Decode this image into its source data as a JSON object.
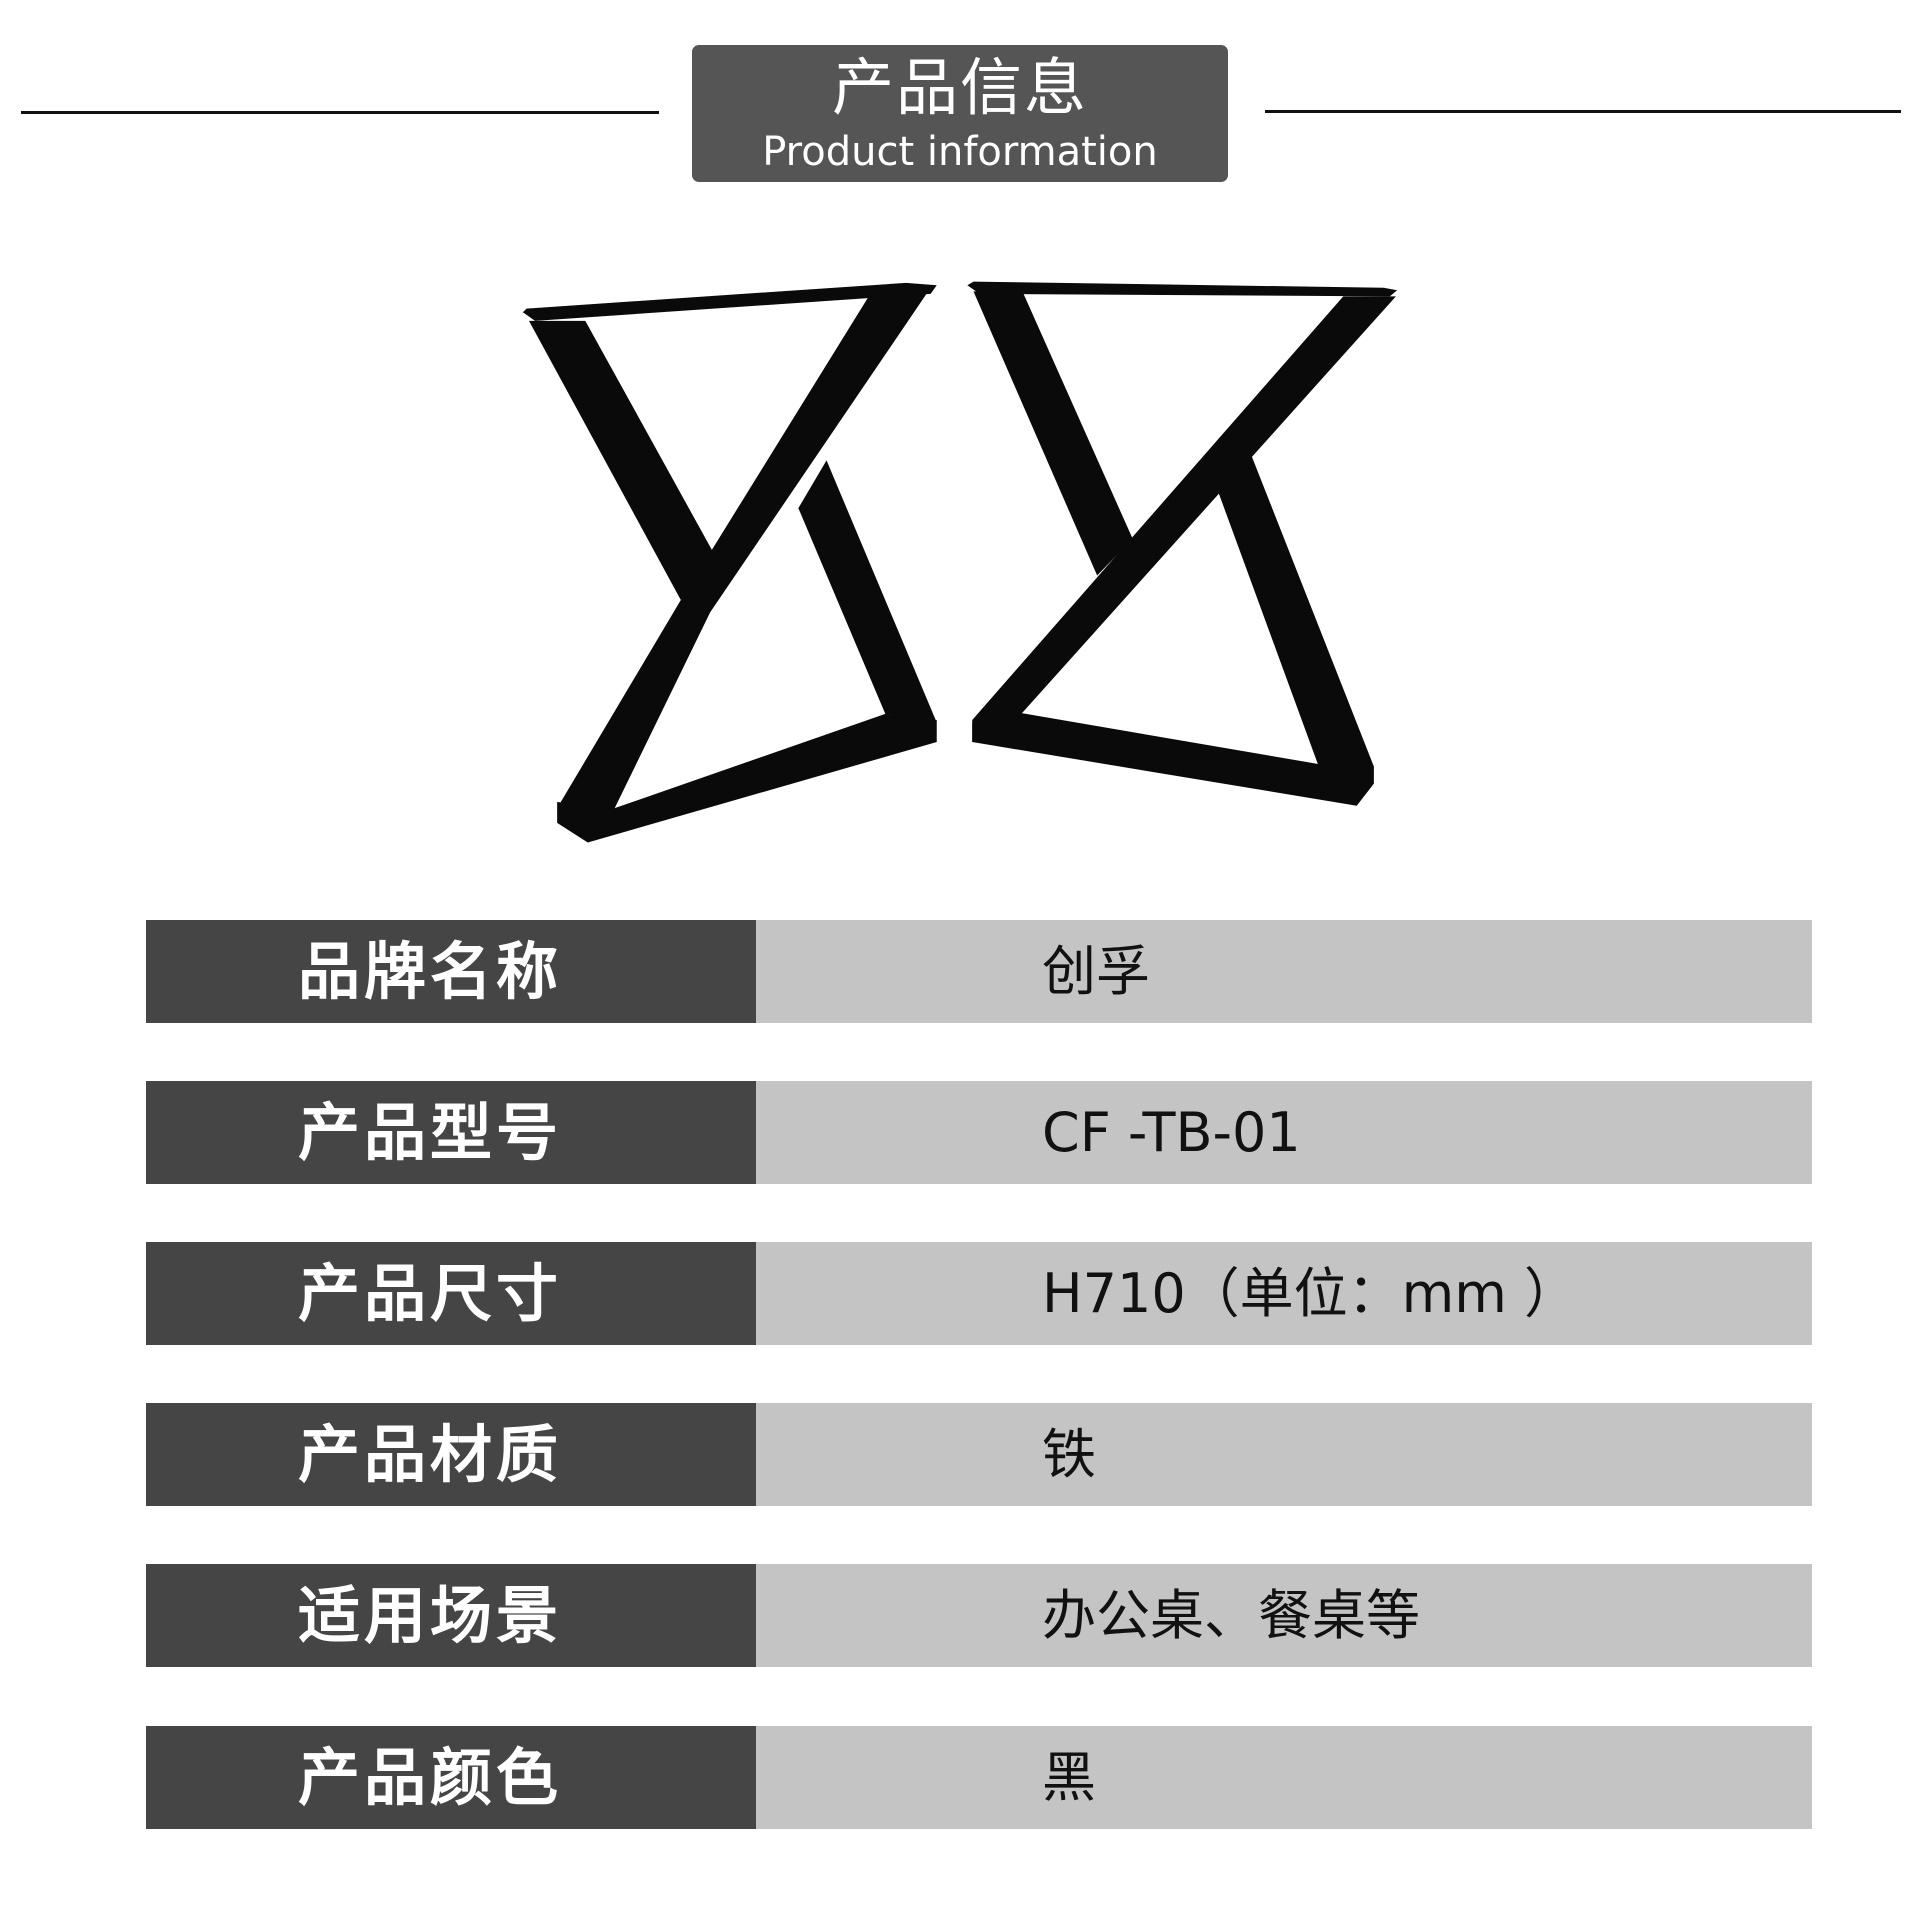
{
  "header": {
    "title_zh": "产品信息",
    "title_en": "Product information"
  },
  "product_image": {
    "description": "Pair of black X-shaped metal table legs",
    "color": "#0a0a0a"
  },
  "specs": [
    {
      "label": "品牌名称",
      "value": "创孚"
    },
    {
      "label": "产品型号",
      "value": "CF -TB-01"
    },
    {
      "label": "产品尺寸",
      "value": "H710（单位：mm ）"
    },
    {
      "label": "产品材质",
      "value": "铁"
    },
    {
      "label": "适用场景",
      "value": "办公桌、餐桌等"
    },
    {
      "label": "产品颜色",
      "value": "黑"
    }
  ],
  "colors": {
    "header_bg": "#555555",
    "label_bg": "#454545",
    "value_bg": "#c4c4c4",
    "rule": "#111111"
  }
}
